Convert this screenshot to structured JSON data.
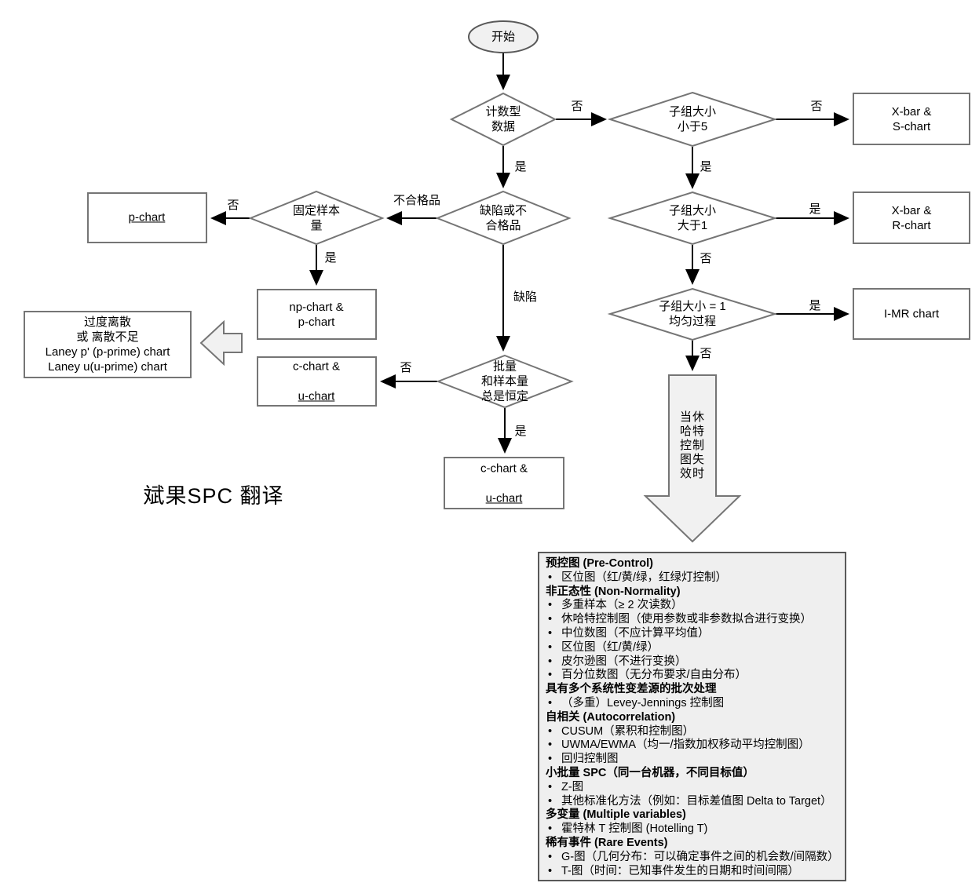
{
  "watermark": "斌果SPC 翻译",
  "labels": {
    "yes": "是",
    "no": "否",
    "nonconforming": "不合格品",
    "defect": "缺陷"
  },
  "nodes": {
    "start": "开始",
    "count_data": "计数型\n数据",
    "subgroup_lt5": "子组大小\n小于5",
    "xbar_s": "X-bar &\nS-chart",
    "defect_or_nonconforming": "缺陷或不\n合格品",
    "fixed_sample_size": "固定样本\n量",
    "p_chart": "p-chart",
    "subgroup_gt1": "子组大小\n大于1",
    "xbar_r": "X-bar &\nR-chart",
    "np_and_p_chart": "np-chart &\np-chart",
    "subgroup_eq1": "子组大小 = 1\n均匀过程",
    "imr_chart": "I-MR chart",
    "laney_note": "过度离散\n或 离散不足\nLaney p' (p-prime) chart\nLaney u(u-prime) chart",
    "c_u_chart_line1": "c-chart &",
    "c_u_chart_line2": "u-chart",
    "batch_constant": "批量\n和样本量\n总是恒定",
    "shewhart_fail_arrow": "当休\n哈特\n控制\n图失\n效时"
  },
  "panel": {
    "bullet": "•",
    "items": [
      {
        "type": "header",
        "text": "预控图 (Pre-Control)"
      },
      {
        "type": "bullet",
        "text": "区位图（红/黄/绿，红绿灯控制）"
      },
      {
        "type": "header",
        "text": "非正态性 (Non-Normality)"
      },
      {
        "type": "bullet",
        "text": "多重样本（≥ 2 次读数）"
      },
      {
        "type": "bullet",
        "text": "休哈特控制图（使用参数或非参数拟合进行变换）"
      },
      {
        "type": "bullet",
        "text": "中位数图（不应计算平均值）"
      },
      {
        "type": "bullet",
        "text": "区位图（红/黄/绿）"
      },
      {
        "type": "bullet",
        "text": "皮尔逊图（不进行变换）"
      },
      {
        "type": "bullet",
        "text": "百分位数图（无分布要求/自由分布）"
      },
      {
        "type": "header",
        "text": "具有多个系统性变差源的批次处理"
      },
      {
        "type": "bullet",
        "text": "（多重）Levey-Jennings 控制图"
      },
      {
        "type": "header",
        "text": "自相关 (Autocorrelation)"
      },
      {
        "type": "bullet",
        "text": "CUSUM（累积和控制图）"
      },
      {
        "type": "bullet",
        "text": "UWMA/EWMA（均一/指数加权移动平均控制图）"
      },
      {
        "type": "bullet",
        "text": "回归控制图"
      },
      {
        "type": "header",
        "text": "小批量 SPC（同一台机器，不同目标值）"
      },
      {
        "type": "bullet",
        "text": "Z-图"
      },
      {
        "type": "bullet",
        "text": "其他标准化方法（例如：目标差值图 Delta to Target）"
      },
      {
        "type": "header",
        "text": "多变量 (Multiple variables)"
      },
      {
        "type": "bullet",
        "text": "霍特林 T 控制图 (Hotelling T)"
      },
      {
        "type": "header",
        "text": "稀有事件 (Rare Events)"
      },
      {
        "type": "bullet",
        "text": "G-图（几何分布：可以确定事件之间的机会数/间隔数）"
      },
      {
        "type": "bullet",
        "text": "T-图（时间：已知事件发生的日期和时间间隔）"
      }
    ]
  }
}
